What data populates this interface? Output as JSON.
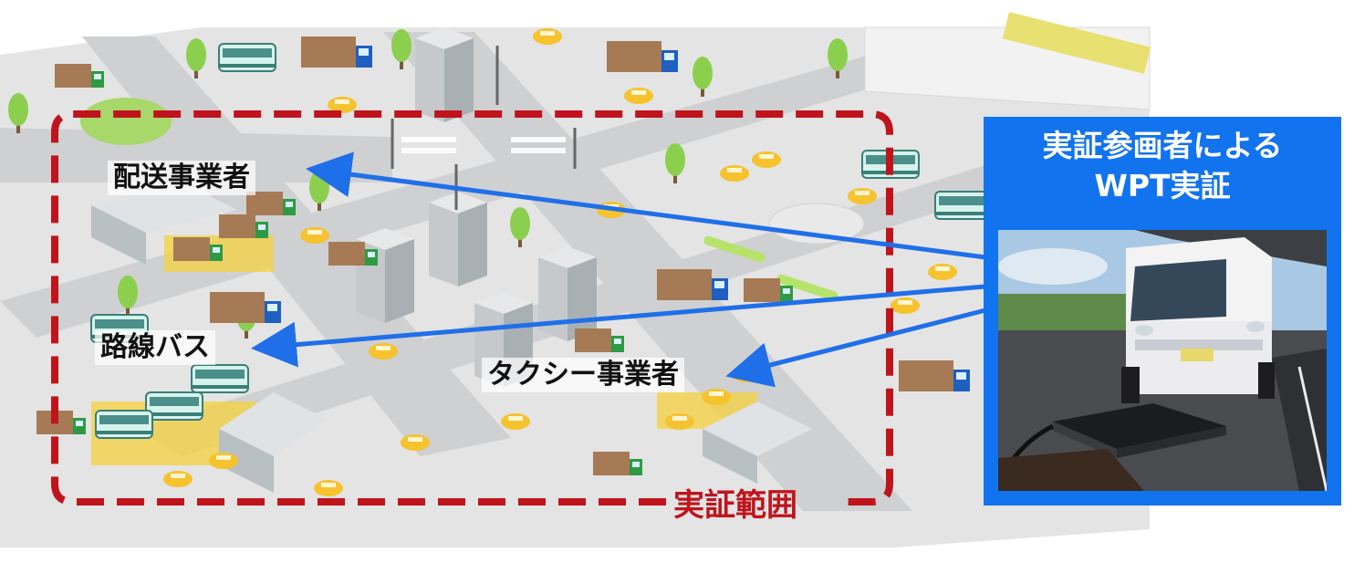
{
  "labels": {
    "delivery": "配送事業者",
    "bus": "路線バス",
    "taxi": "タクシー事業者",
    "range": "実証範囲"
  },
  "wpt_box": {
    "title_line1": "実証参画者による",
    "title_line2": "WPT実証"
  },
  "colors": {
    "arrow": "#1f6fe8",
    "range_border": "#c0141c",
    "box": "#1273ee",
    "label_text": "#111111"
  },
  "icons": [
    "bus-icon",
    "truck-icon",
    "taxi-icon",
    "tree-icon",
    "building-icon",
    "traffic-light-icon",
    "train-icon",
    "van-icon",
    "charging-pad-icon"
  ]
}
